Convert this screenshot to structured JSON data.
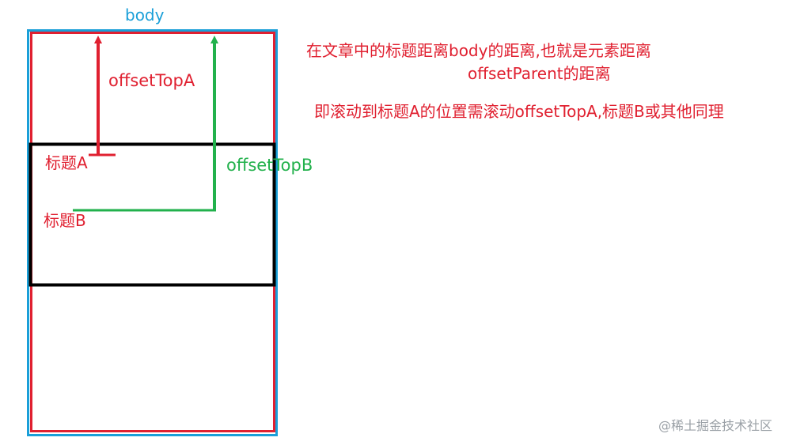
{
  "labels": {
    "body": "body",
    "offset_top_a": "offsetTopA",
    "offset_top_b": "offsetTopB",
    "title_a": "标题A",
    "title_b": "标题B"
  },
  "notes": {
    "line1": "在文章中的标题距离body的距离,也就是元素距离",
    "line2": "offsetParent的距离",
    "line3": "即滚动到标题A的位置需滚动offsetTopA,标题B或其他同理"
  },
  "watermark": "@稀土掘金技术社区",
  "colors": {
    "body_blue": "#1a9fd8",
    "document_red": "#e02030",
    "viewport_black": "#000000",
    "arrow_green": "#22b14c",
    "watermark_gray": "#9aa0a6"
  }
}
